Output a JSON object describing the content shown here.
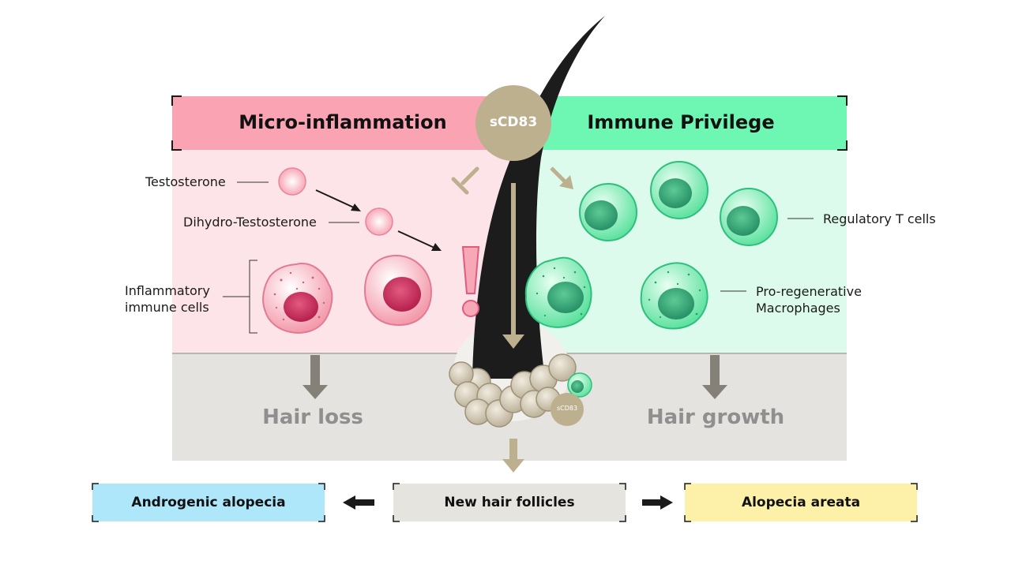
{
  "header": {
    "left_title": "Micro-inflammation",
    "right_title": "Immune Privilege",
    "center_molecule": "sCD83"
  },
  "labels": {
    "testosterone": "Testosterone",
    "dht": "Dihydro-Testosterone",
    "inflammatory_cells": "Inflammatory\nimmune cells",
    "regulatory_t_cells": "Regulatory T cells",
    "macrophages": "Pro-regenerative\nMacrophages",
    "bulb_molecule": "sCD83"
  },
  "outcomes": {
    "left": "Hair loss",
    "right": "Hair growth"
  },
  "bottom_boxes": {
    "left": "Androgenic alopecia",
    "center": "New hair follicles",
    "right": "Alopecia areata"
  },
  "colors": {
    "inflammation_header": "#f9a3b3",
    "inflammation_bg": "#fde4e8",
    "privilege_header": "#6ef7b2",
    "privilege_bg": "#ddfbec",
    "outcome_bg": "#e5e3df",
    "scd83": "#bdb08f",
    "androgenic_box": "#aee6fa",
    "follicles_box": "#e6e4df",
    "areata_box": "#fdf0a8"
  }
}
